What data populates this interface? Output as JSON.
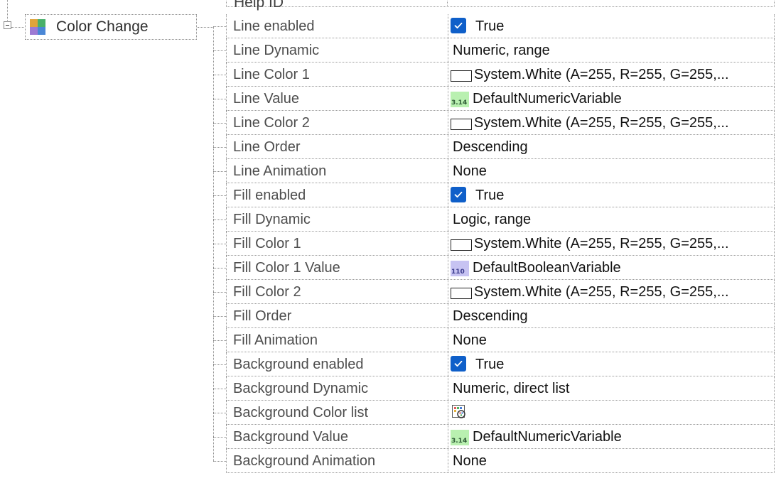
{
  "tree": {
    "node": {
      "label": "Color Change",
      "icon": "color-change-icon",
      "icon_colors": [
        "#e0a43a",
        "#49b06a",
        "#9d7ad3",
        "#4a87d6"
      ]
    }
  },
  "grid": {
    "top_partial_name": "Help ID",
    "rows": [
      {
        "name": "Line enabled",
        "type": "checkbox",
        "value": "True"
      },
      {
        "name": "Line Dynamic",
        "type": "text",
        "value": "Numeric, range"
      },
      {
        "name": "Line Color 1",
        "type": "color",
        "value": "System.White  (A=255,  R=255,  G=255,..."
      },
      {
        "name": "Line Value",
        "type": "variable-numeric",
        "icon_label": "3.14",
        "value": "DefaultNumericVariable"
      },
      {
        "name": "Line Color 2",
        "type": "color",
        "value": "System.White  (A=255,  R=255,  G=255,..."
      },
      {
        "name": "Line Order",
        "type": "text",
        "value": "Descending"
      },
      {
        "name": "Line Animation",
        "type": "text",
        "value": "None"
      },
      {
        "name": "Fill enabled",
        "type": "checkbox",
        "value": "True"
      },
      {
        "name": "Fill Dynamic",
        "type": "text",
        "value": "Logic, range"
      },
      {
        "name": "Fill Color 1",
        "type": "color",
        "value": "System.White  (A=255,  R=255,  G=255,..."
      },
      {
        "name": "Fill Color 1 Value",
        "type": "variable-boolean",
        "icon_label": "110",
        "value": "DefaultBooleanVariable"
      },
      {
        "name": "Fill Color 2",
        "type": "color",
        "value": "System.White  (A=255,  R=255,  G=255,..."
      },
      {
        "name": "Fill Order",
        "type": "text",
        "value": "Descending"
      },
      {
        "name": "Fill Animation",
        "type": "text",
        "value": "None"
      },
      {
        "name": "Background enabled",
        "type": "checkbox",
        "value": "True"
      },
      {
        "name": "Background Dynamic",
        "type": "text",
        "value": "Numeric, direct list"
      },
      {
        "name": "Background Color list",
        "type": "color-list",
        "value": ""
      },
      {
        "name": "Background Value",
        "type": "variable-numeric",
        "icon_label": "3.14",
        "value": "DefaultNumericVariable"
      },
      {
        "name": "Background Animation",
        "type": "text",
        "value": "None"
      }
    ]
  },
  "colors": {
    "checkbox": "#0f5fc9",
    "numeric_var_bg": "#b9f0b0",
    "boolean_var_bg": "#c7c3f2",
    "name_text": "#4d4d4d",
    "value_text": "#111111"
  }
}
